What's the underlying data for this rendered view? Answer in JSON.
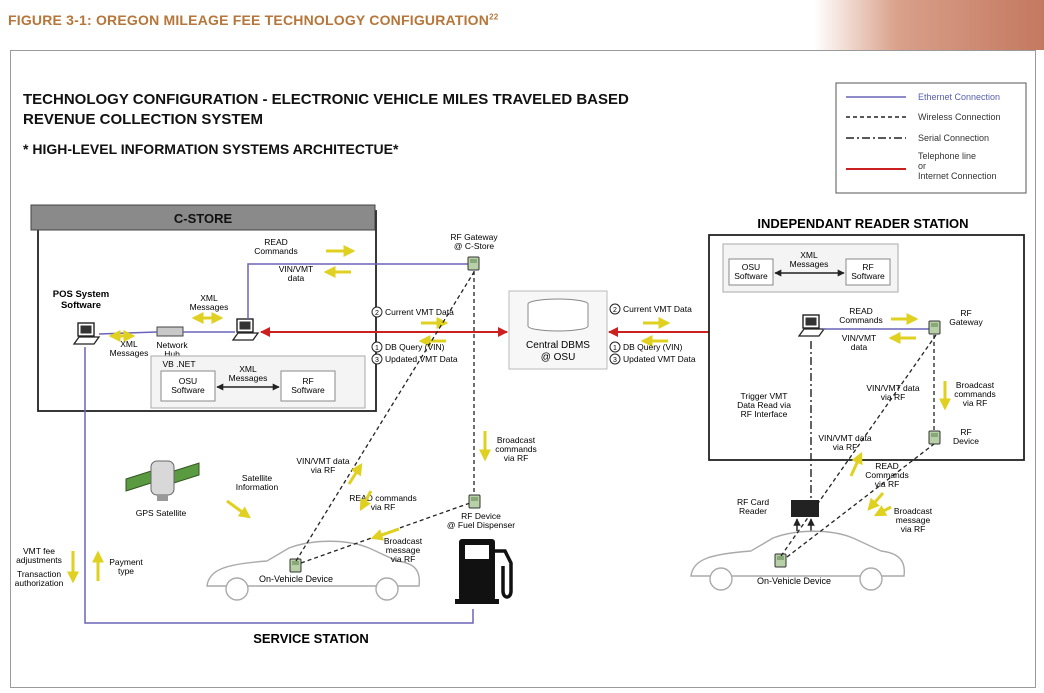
{
  "figure": {
    "title": "FIGURE 3-1:  OREGON MILEAGE FEE TECHNOLOGY CONFIGURATION",
    "footnote": "22"
  },
  "heading": {
    "line1": "TECHNOLOGY CONFIGURATION - ELECTRONIC VEHICLE MILES TRAVELED BASED",
    "line2": "REVENUE COLLECTION SYSTEM",
    "sub": "* HIGH-LEVEL INFORMATION SYSTEMS ARCHITECTUE*"
  },
  "legend": {
    "ethernet": "Ethernet Connection",
    "wireless": "Wireless Connection",
    "serial": "Serial Connection",
    "telephone1": "Telephone line",
    "telephone2": "or",
    "telephone3": "Internet Connection"
  },
  "cstore": {
    "title": "C-STORE",
    "pos1": "POS System",
    "pos2": "Software",
    "xml_left1": "XML",
    "xml_left2": "Messages",
    "hub1": "Network",
    "hub2": "Hub",
    "xml_mid1": "XML",
    "xml_mid2": "Messages",
    "vbnet": "VB .NET",
    "osu1": "OSU",
    "osu2": "Software",
    "xml_inner1": "XML",
    "xml_inner2": "Messages",
    "rf1": "RF",
    "rf2": "Software",
    "read1": "READ",
    "read2": "Commands",
    "vin1": "VIN/VMT",
    "vin2": "data"
  },
  "gateway_cstore": {
    "line1": "RF Gateway",
    "line2": "@ C-Store"
  },
  "center": {
    "current_vmt_left": "Current VMT Data",
    "db_query_left": "DB Query (VIN)",
    "updated_left": "Updated VMT Data",
    "dbms1": "Central DBMS",
    "dbms2": "@ OSU",
    "current_vmt_right": "Current VMT Data",
    "db_query_right": "DB Query (VIN)",
    "updated_right": "Updated VMT Data",
    "n1": "2",
    "n2": "1",
    "n3": "3",
    "n4": "2",
    "n5": "1",
    "n6": "3"
  },
  "reader": {
    "title": "INDEPENDANT READER STATION",
    "osu1": "OSU",
    "osu2": "Software",
    "xml1": "XML",
    "xml2": "Messages",
    "rf1": "RF",
    "rf2": "Software",
    "read1": "READ",
    "read2": "Commands",
    "vin1": "VIN/VMT",
    "vin2": "data",
    "gw1": "RF",
    "gw2": "Gateway",
    "trigger1": "Trigger VMT",
    "trigger2": "Data Read via",
    "trigger3": "RF Interface",
    "vinrf1": "VIN/VMT data",
    "vinrf2": "via RF",
    "bc1": "Broadcast",
    "bc2": "commands",
    "bc3": "via RF",
    "dev1": "RF",
    "dev2": "Device"
  },
  "service": {
    "title": "SERVICE STATION",
    "gps": "GPS Satellite",
    "sat1": "Satellite",
    "sat2": "Information",
    "vin1": "VIN/VMT data",
    "vin2": "via RF",
    "read1": "READ commands",
    "read2": "via RF",
    "bcast1": "Broadcast",
    "bcast2": "message",
    "bcast3": "via RF",
    "bc1": "Broadcast",
    "bc2": "commands",
    "bc3": "via RF",
    "rfdev1": "RF Device",
    "rfdev2": "@ Fuel Dispenser",
    "device": "On-Vehicle Device",
    "vmt1": "VMT fee",
    "vmt2": "adjustments",
    "trans1": "Transaction",
    "trans2": "authorization",
    "pay1": "Payment",
    "pay2": "type"
  },
  "right_field": {
    "card1": "RF Card",
    "card2": "Reader",
    "vin1": "VIN/VMT data",
    "vin2": "via RF",
    "read1": "READ",
    "read2": "Commands",
    "read3": "via RF",
    "bcast1": "Broadcast",
    "bcast2": "message",
    "bcast3": "via RF",
    "device": "On-Vehicle Device"
  },
  "colors": {
    "ethernet": "#6a64b8",
    "telephone": "#cc2020",
    "arrow": "#e0d020",
    "title": "#b6763a"
  }
}
